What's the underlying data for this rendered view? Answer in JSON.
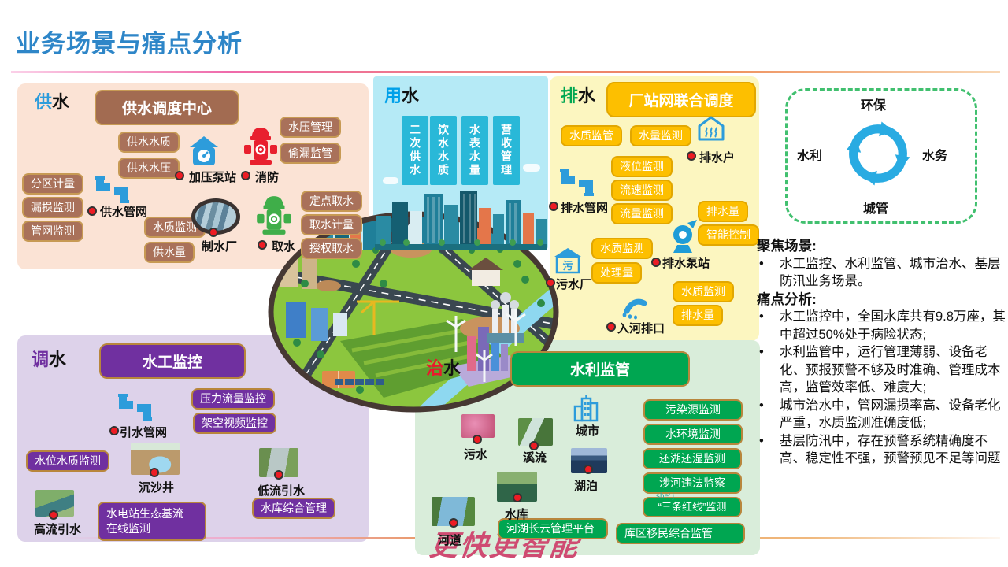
{
  "title": "业务场景与痛点分析",
  "supply": {
    "tag_first": "供",
    "tag_rest": "水",
    "header": "供水调度中心",
    "pills": [
      "供水水质",
      "供水水压",
      "水压管理",
      "偷漏监管",
      "分区计量",
      "漏损监测",
      "管网监测",
      "水质监测",
      "供水量",
      "定点取水",
      "取水计量",
      "授权取水"
    ],
    "points": [
      "加压泵站",
      "消防",
      "供水管网",
      "制水厂",
      "取水"
    ]
  },
  "usage": {
    "tag_first": "用",
    "tag_rest": "水",
    "banners": [
      "二次供水",
      "饮水水质",
      "水表水量",
      "营收管理"
    ]
  },
  "drainage": {
    "tag_first": "排",
    "tag_rest": "水",
    "header": "厂站网联合调度",
    "pills": [
      "水质监管",
      "水量监测",
      "液位监测",
      "流速监测",
      "流量监测",
      "排水量",
      "智能控制",
      "水质监测",
      "处理量",
      "水质监测",
      "排水量"
    ],
    "points": [
      "排水户",
      "排水管网",
      "排水泵站",
      "污水厂",
      "入河排口"
    ]
  },
  "transfer": {
    "tag_first": "调",
    "tag_rest": "水",
    "header": "水工监控",
    "pills": [
      "压力流量监控",
      "架空视频监控",
      "水位水质监测",
      "水电站生态基流\n在线监测",
      "水库综合管理"
    ],
    "points": [
      "引水管网",
      "沉沙井",
      "低流引水",
      "高流引水"
    ]
  },
  "governance": {
    "tag_first": "治",
    "tag_rest": "水",
    "header": "水利监管",
    "pills": [
      "污染源监测",
      "水环境监测",
      "还湖还湿监测",
      "涉河违法监察",
      "“三条红线”监测",
      "河湖长云管理平台",
      "库区移民综合监管"
    ],
    "points": [
      "城市",
      "污水",
      "溪流",
      "湖泊",
      "水库",
      "河道"
    ],
    "artifact": "she' j"
  },
  "cycle": {
    "top": "环保",
    "right": "水务",
    "bottom": "城管",
    "left": "水利"
  },
  "analysis": {
    "focus_title": "聚焦场景:",
    "focus_items": [
      "水工监控、水利监管、城市治水、基层防汛业务场景。"
    ],
    "pain_title": "痛点分析:",
    "pain_items": [
      "水工监控中，全国水库共有9.8万座，其中超过50%处于病险状态;",
      "水利监管中，运行管理薄弱、设备老化、预报预警不够及时准确、管理成本高，监管效率低、难度大;",
      "城市治水中，管网漏损率高、设备老化严重，水质监测准确度低;",
      "基层防汛中，存在预警系统精确度不高、稳定性不强，预警预见不足等问题"
    ]
  },
  "watermark": "更快更智能",
  "sewage_plant_char": "污",
  "colors": {
    "title_blue": "#2e86c8",
    "supply_tag": "#2d9cdb",
    "usage_tag": "#00a0e9",
    "drainage_tag": "#00a651",
    "transfer_tag": "#7030a0",
    "governance_tag": "#e8192c",
    "pill_brown": "#a9715a",
    "pill_yellow": "#fdbf00",
    "pill_purple": "#7030a0",
    "pill_green": "#00a651",
    "cycle_arrow": "#29abe2",
    "marker_red": "#ed1c24"
  }
}
